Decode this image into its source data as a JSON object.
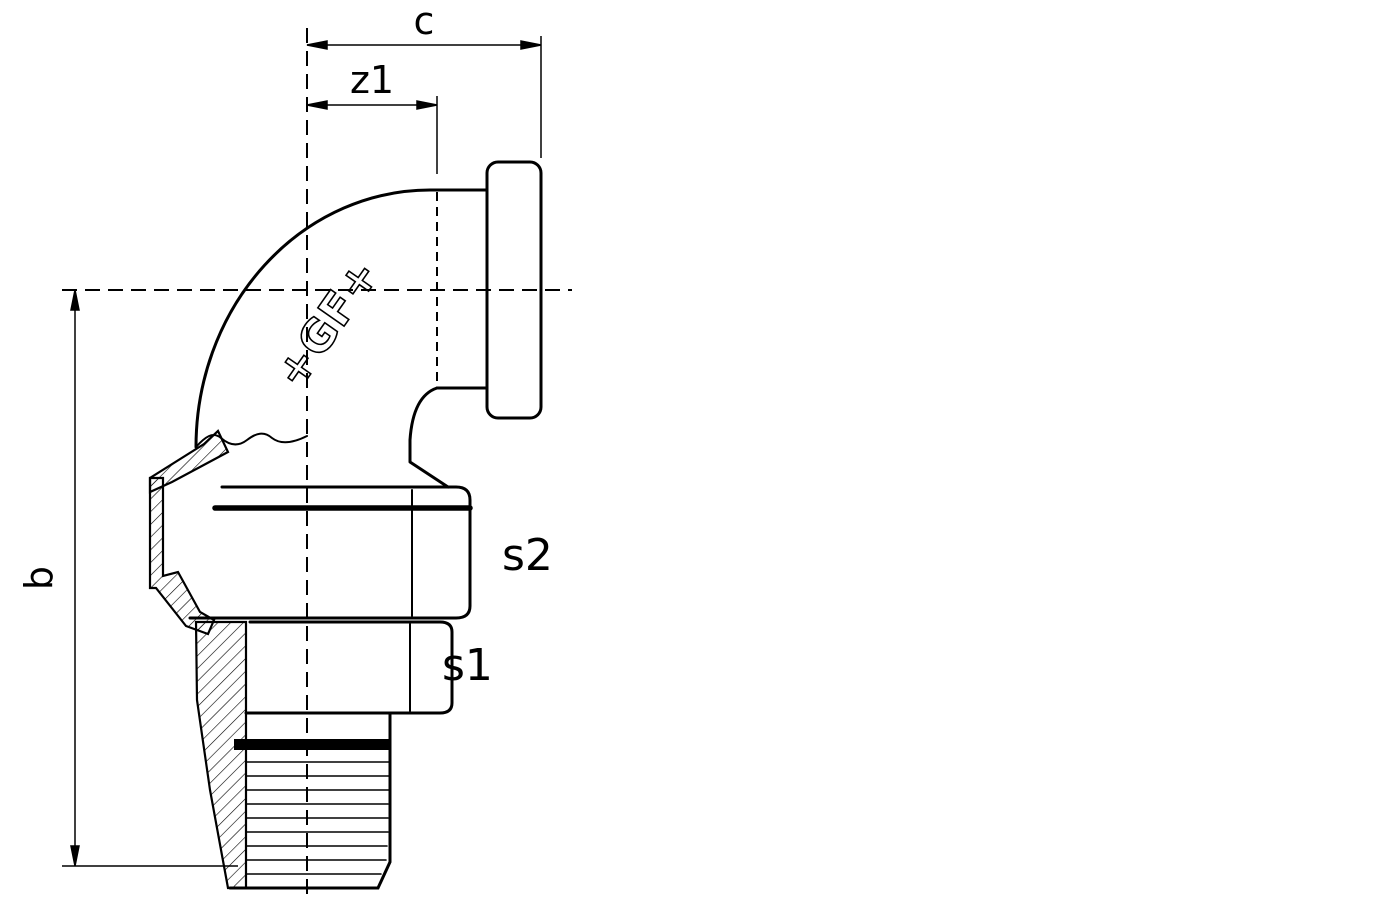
{
  "drawing": {
    "labels": {
      "dim_c": "c",
      "dim_z1": "z1",
      "dim_b": "b",
      "wrench_s2": "s2",
      "wrench_s1": "s1",
      "logo": "+GF+"
    },
    "colors": {
      "line": "#000000",
      "background": "#ffffff"
    }
  }
}
